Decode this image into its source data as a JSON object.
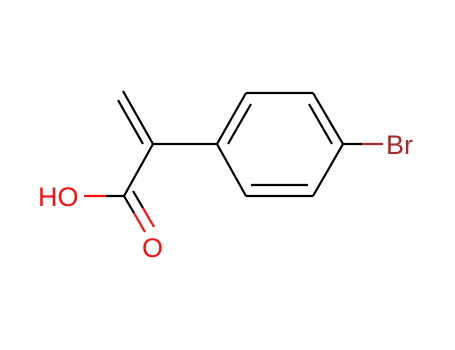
{
  "molecule": {
    "atoms": {
      "bromine": "Br",
      "hydroxyl": "HO",
      "carbonyl_oxygen": "O"
    },
    "colors": {
      "carbon_bond": "#000000",
      "oxygen": "#ff0d0d",
      "bromine": "#a62929"
    }
  }
}
